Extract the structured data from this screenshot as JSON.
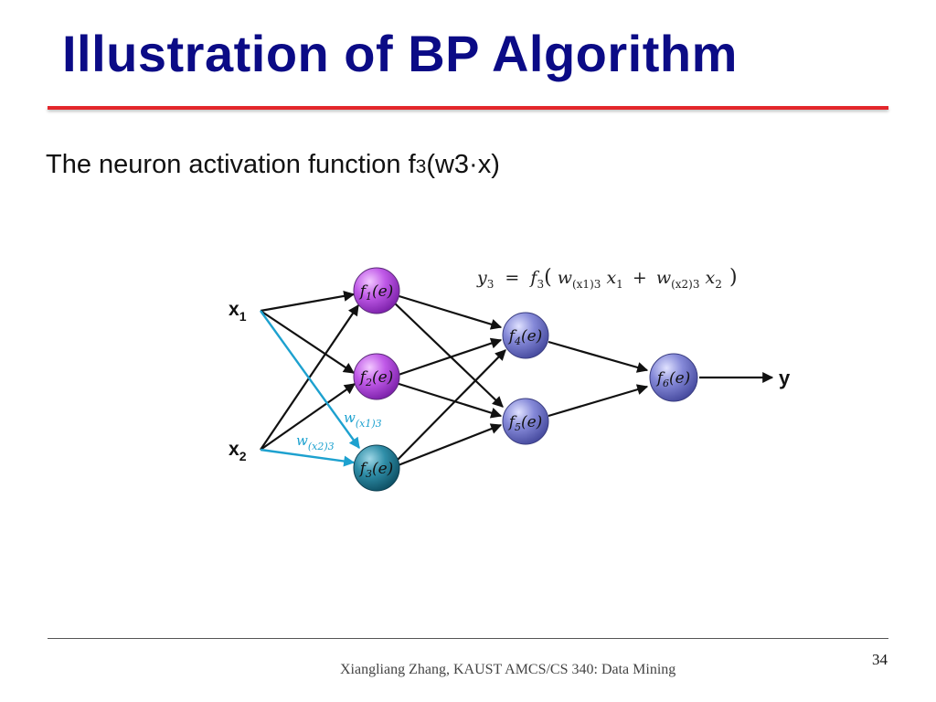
{
  "slide": {
    "title": "Illustration of BP Algorithm",
    "text_prefix": "The neuron activation function f",
    "text_sub": "3",
    "text_suffix": "(w3·x)",
    "page_number": "34",
    "footer": "Xiangliang Zhang, KAUST AMCS/CS 340: Data Mining"
  },
  "diagram": {
    "inputs": [
      {
        "base": "x",
        "sub": "1"
      },
      {
        "base": "x",
        "sub": "2"
      }
    ],
    "neurons": [
      {
        "f": "f",
        "sub": "1",
        "arg": "(e)"
      },
      {
        "f": "f",
        "sub": "2",
        "arg": "(e)"
      },
      {
        "f": "f",
        "sub": "3",
        "arg": "(e)"
      },
      {
        "f": "f",
        "sub": "4",
        "arg": "(e)"
      },
      {
        "f": "f",
        "sub": "5",
        "arg": "(e)"
      },
      {
        "f": "f",
        "sub": "6",
        "arg": "(e)"
      }
    ],
    "output": "y",
    "weights": [
      {
        "w": "w",
        "sub": "(x1)3"
      },
      {
        "w": "w",
        "sub": "(x2)3"
      }
    ],
    "formula": {
      "y": "y",
      "y_sub": "3",
      "eq": "=",
      "f": "f",
      "f_sub": "3",
      "open": "(",
      "w1": "w",
      "w1_sub": "(x1)3",
      "x1": "x",
      "x1_sub": "1",
      "plus": "+",
      "w2": "w",
      "w2_sub": "(x2)3",
      "x2": "x",
      "x2_sub": "2",
      "close": ")"
    },
    "colors": {
      "layer1": "#b54de0",
      "layer1_active": "#1f7e96",
      "layer2": "#7b7fd0",
      "layer3": "#7b7fd0",
      "active_edge": "#1da1cf",
      "edge": "#111111"
    }
  }
}
